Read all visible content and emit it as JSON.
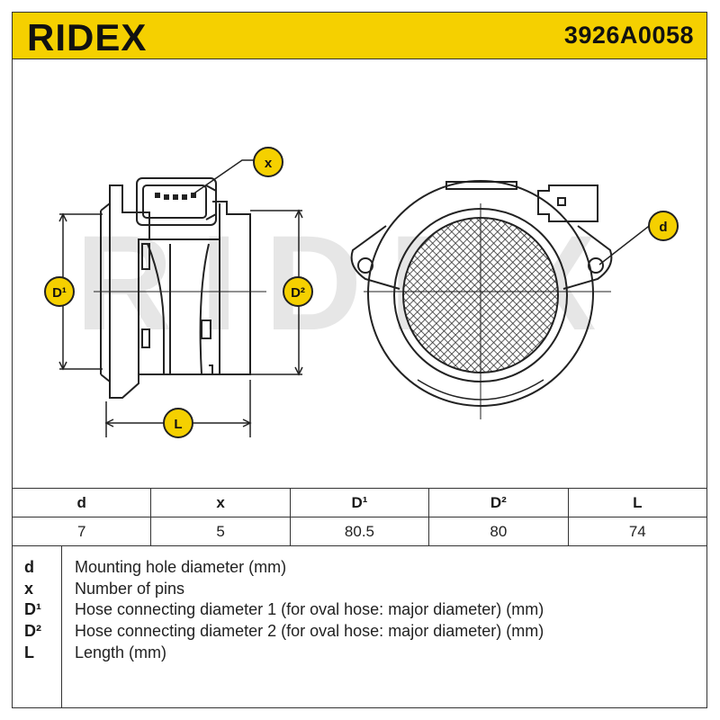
{
  "brand": {
    "logo_text": "RIDEX",
    "part_number": "3926A0058",
    "accent_color": "#f5d000"
  },
  "drawing": {
    "watermark": "RIDEX",
    "callouts": {
      "x": "x",
      "d": "d",
      "D1": "D¹",
      "D2": "D²",
      "L": "L"
    }
  },
  "dimensions_table": {
    "headers": [
      "d",
      "x",
      "D¹",
      "D²",
      "L"
    ],
    "values": [
      "7",
      "5",
      "80.5",
      "80",
      "74"
    ]
  },
  "legend": [
    {
      "key": "d",
      "text": "Mounting hole diameter (mm)"
    },
    {
      "key": "x",
      "text": "Number of pins"
    },
    {
      "key": "D¹",
      "text": "Hose connecting diameter 1 (for oval hose: major diameter) (mm)"
    },
    {
      "key": "D²",
      "text": "Hose connecting diameter 2 (for oval hose: major diameter) (mm)"
    },
    {
      "key": "L",
      "text": "Length (mm)"
    }
  ]
}
